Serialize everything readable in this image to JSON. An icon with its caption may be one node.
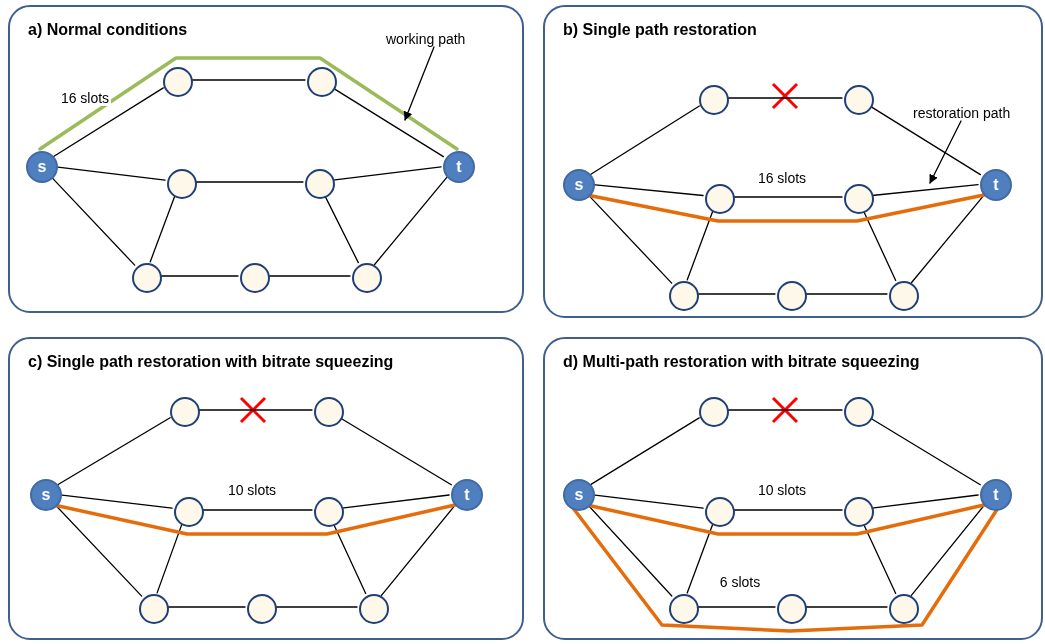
{
  "diagram": {
    "nodes": [
      {
        "text": [
          "a) Normal conditions"
        ]
      },
      {
        "text": [],
        "shape": "circle",
        "in": 0
      },
      {
        "text": [],
        "shape": "circle",
        "in": 0
      },
      {
        "text": [
          "s"
        ],
        "in": 0
      },
      {
        "text": [],
        "shape": "circle",
        "in": 0
      },
      {
        "text": [],
        "shape": "circle",
        "in": 0
      },
      {
        "text": [
          "t"
        ],
        "in": 0
      },
      {
        "text": [],
        "shape": "circle",
        "in": 0
      },
      {
        "text": [],
        "shape": "circle",
        "in": 0
      },
      {
        "text": [],
        "shape": "circle",
        "in": 0
      },
      {
        "text": [
          "working path"
        ],
        "in": 0
      },
      {
        "text": [
          "b) Single path restoration"
        ]
      },
      {
        "text": [],
        "shape": "circle",
        "in": 11
      },
      {
        "text": [],
        "shape": "circle",
        "in": 11
      },
      {
        "text": [
          "s"
        ],
        "in": 11
      },
      {
        "text": [],
        "shape": "circle",
        "in": 11
      },
      {
        "text": [],
        "shape": "circle",
        "in": 11
      },
      {
        "text": [
          "t"
        ],
        "in": 11
      },
      {
        "text": [],
        "shape": "circle",
        "in": 11
      },
      {
        "text": [],
        "shape": "circle",
        "in": 11
      },
      {
        "text": [],
        "shape": "circle",
        "in": 11
      },
      {
        "text": [
          "restoration path"
        ],
        "in": 11
      },
      {
        "text": [
          "c) Single path restoration with bitrate squeezing"
        ]
      },
      {
        "text": [],
        "shape": "circle",
        "in": 22
      },
      {
        "text": [],
        "shape": "circle",
        "in": 22
      },
      {
        "text": [
          "s"
        ],
        "in": 22
      },
      {
        "text": [],
        "shape": "circle",
        "in": 22
      },
      {
        "text": [],
        "shape": "circle",
        "in": 22
      },
      {
        "text": [
          "t"
        ],
        "in": 22
      },
      {
        "text": [],
        "shape": "circle",
        "in": 22
      },
      {
        "text": [],
        "shape": "circle",
        "in": 22
      },
      {
        "text": [],
        "shape": "circle",
        "in": 22
      },
      {
        "text": [
          "d) Multi-path restoration with bitrate squeezing"
        ]
      },
      {
        "text": [],
        "shape": "circle",
        "in": 32
      },
      {
        "text": [],
        "shape": "circle",
        "in": 32
      },
      {
        "text": [
          "s"
        ],
        "in": 32
      },
      {
        "text": [],
        "shape": "circle",
        "in": 32
      },
      {
        "text": [],
        "shape": "circle",
        "in": 32
      },
      {
        "text": [
          "t"
        ],
        "in": 32
      },
      {
        "text": [],
        "shape": "circle",
        "in": 32
      },
      {
        "text": [],
        "shape": "circle",
        "in": 32
      },
      {
        "text": [],
        "shape": "circle",
        "in": 32
      }
    ],
    "edges": [
      {
        "from": 3,
        "to": 1,
        "arrow": "none"
      },
      {
        "from": 1,
        "to": 2,
        "arrow": "none"
      },
      {
        "from": 2,
        "to": 6,
        "arrow": "none"
      },
      {
        "from": 3,
        "to": 4,
        "arrow": "none"
      },
      {
        "from": 4,
        "to": 5,
        "arrow": "none"
      },
      {
        "from": 5,
        "to": 6,
        "arrow": "none"
      },
      {
        "from": 3,
        "to": 7,
        "arrow": "none"
      },
      {
        "from": 4,
        "to": 7,
        "arrow": "none"
      },
      {
        "from": 7,
        "to": 8,
        "arrow": "none"
      },
      {
        "from": 8,
        "to": 9,
        "arrow": "none"
      },
      {
        "from": 9,
        "to": 5,
        "arrow": "none"
      },
      {
        "from": 9,
        "to": 6,
        "arrow": "none"
      },
      {
        "from": 3,
        "to": 6,
        "arrow": "none",
        "label": "16 slots",
        "style": "thick",
        "color": "#9bbb59"
      },
      {
        "from": 10,
        "to": null,
        "arrow": "to"
      },
      {
        "from": 14,
        "to": 12,
        "arrow": "none"
      },
      {
        "from": 12,
        "to": 13,
        "arrow": "none"
      },
      {
        "from": 13,
        "to": 17,
        "arrow": "none"
      },
      {
        "from": 14,
        "to": 15,
        "arrow": "none"
      },
      {
        "from": 15,
        "to": 16,
        "arrow": "none"
      },
      {
        "from": 16,
        "to": 17,
        "arrow": "none"
      },
      {
        "from": 14,
        "to": 18,
        "arrow": "none"
      },
      {
        "from": 15,
        "to": 18,
        "arrow": "none"
      },
      {
        "from": 18,
        "to": 19,
        "arrow": "none"
      },
      {
        "from": 19,
        "to": 20,
        "arrow": "none"
      },
      {
        "from": 20,
        "to": 16,
        "arrow": "none"
      },
      {
        "from": 20,
        "to": 17,
        "arrow": "none"
      },
      {
        "from": 14,
        "to": 17,
        "arrow": "none",
        "label": "16 slots",
        "style": "thick",
        "color": "#e46c0a"
      },
      {
        "from": 21,
        "to": null,
        "arrow": "to"
      },
      {
        "from": 25,
        "to": 23,
        "arrow": "none"
      },
      {
        "from": 23,
        "to": 24,
        "arrow": "none"
      },
      {
        "from": 24,
        "to": 28,
        "arrow": "none"
      },
      {
        "from": 25,
        "to": 26,
        "arrow": "none"
      },
      {
        "from": 26,
        "to": 27,
        "arrow": "none"
      },
      {
        "from": 27,
        "to": 28,
        "arrow": "none"
      },
      {
        "from": 25,
        "to": 29,
        "arrow": "none"
      },
      {
        "from": 26,
        "to": 29,
        "arrow": "none"
      },
      {
        "from": 29,
        "to": 30,
        "arrow": "none"
      },
      {
        "from": 30,
        "to": 31,
        "arrow": "none"
      },
      {
        "from": 31,
        "to": 27,
        "arrow": "none"
      },
      {
        "from": 31,
        "to": 28,
        "arrow": "none"
      },
      {
        "from": 25,
        "to": 28,
        "arrow": "none",
        "label": "10 slots",
        "style": "thick",
        "color": "#e46c0a"
      },
      {
        "from": 35,
        "to": 33,
        "arrow": "none"
      },
      {
        "from": 33,
        "to": 34,
        "arrow": "none"
      },
      {
        "from": 34,
        "to": 38,
        "arrow": "none"
      },
      {
        "from": 35,
        "to": 36,
        "arrow": "none"
      },
      {
        "from": 36,
        "to": 37,
        "arrow": "none"
      },
      {
        "from": 37,
        "to": 38,
        "arrow": "none"
      },
      {
        "from": 35,
        "to": 39,
        "arrow": "none"
      },
      {
        "from": 36,
        "to": 39,
        "arrow": "none"
      },
      {
        "from": 39,
        "to": 40,
        "arrow": "none"
      },
      {
        "from": 40,
        "to": 41,
        "arrow": "none"
      },
      {
        "from": 41,
        "to": 37,
        "arrow": "none"
      },
      {
        "from": 41,
        "to": 38,
        "arrow": "none"
      },
      {
        "from": 35,
        "to": 38,
        "arrow": "none",
        "label": "10 slots",
        "style": "thick",
        "color": "#e46c0a"
      },
      {
        "from": 35,
        "to": 38,
        "arrow": "none",
        "label": "6 slots",
        "style": "thick",
        "color": "#e46c0a"
      }
    ]
  }
}
